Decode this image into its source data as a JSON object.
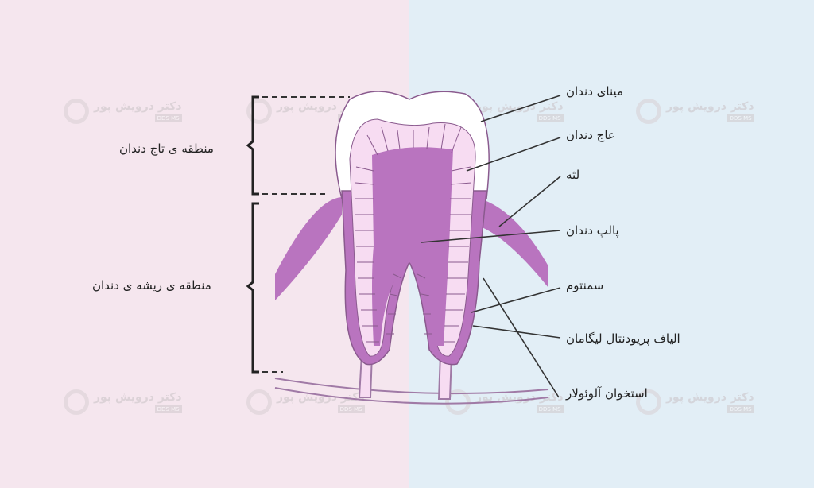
{
  "title": "Tooth anatomy diagram",
  "colors": {
    "left_background": "#f5e6ee",
    "right_background": "#e2eef6",
    "pulp_gum": "#b974bf",
    "dentin": "#f7dcf2",
    "enamel": "#ffffff",
    "outline": "#8a5a8e",
    "leader": "#333333"
  },
  "regions": {
    "crown": "منطقه ی تاج دندان",
    "root": "منطقه ی ریشه ی دندان"
  },
  "labels": [
    {
      "id": "enamel",
      "text": "مینای دندان"
    },
    {
      "id": "dentin",
      "text": "عاج دندان"
    },
    {
      "id": "gum",
      "text": "لثه"
    },
    {
      "id": "pulp",
      "text": "پالپ دندان"
    },
    {
      "id": "cementum",
      "text": "سمنتوم"
    },
    {
      "id": "pdl",
      "text": "الیاف پریودنتال لیگامان"
    },
    {
      "id": "bone",
      "text": "استخوان آلوئولار"
    }
  ],
  "watermark": {
    "name": "دکتر درویش پور",
    "badge": "DDS MS"
  }
}
